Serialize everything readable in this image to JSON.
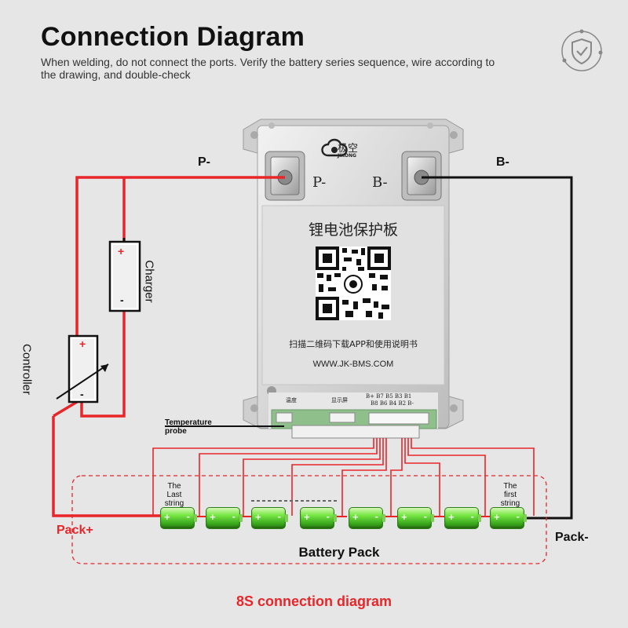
{
  "header": {
    "title": "Connection Diagram",
    "subtitle": "When welding, do not connect the ports. Verify the battery series sequence, wire according to the drawing, and double-check",
    "shield_icon": "shield-check-icon"
  },
  "board": {
    "brand_cn": "极空",
    "brand_en": "JIKONG",
    "terminal_p_label": "P-",
    "terminal_b_label": "B-",
    "board_title_cn": "锂电池保护板",
    "instructions_cn": "扫描二维码下载APP和使用说明书",
    "url": "WWW.JK-BMS.COM",
    "port_temp_cn": "温度",
    "port_display_cn": "显示屏",
    "pins_row1": "B+ B7 B5 B3 B1",
    "pins_row2": "B8 B6 B4 B2 B-"
  },
  "labels": {
    "p_minus": "P-",
    "b_minus": "B-",
    "charger": "Charger",
    "controller": "Controller",
    "temperature_probe_line1": "Temperature",
    "temperature_probe_line2": "probe",
    "pack_plus": "Pack+",
    "pack_minus": "Pack-",
    "battery_pack": "Battery Pack",
    "last_string_1": "The",
    "last_string_2": "Last",
    "last_string_3": "string",
    "first_string_1": "The",
    "first_string_2": "first",
    "first_string_3": "string",
    "plus_sign": "+",
    "minus_sign": "-"
  },
  "footer": {
    "caption": "8S connection diagram"
  },
  "colors": {
    "wire_red": "#e8262a",
    "wire_black": "#111111",
    "cell_green": "#5fd43a",
    "board_silver": "#d9d9d9",
    "caption_red": "#e8262a"
  }
}
